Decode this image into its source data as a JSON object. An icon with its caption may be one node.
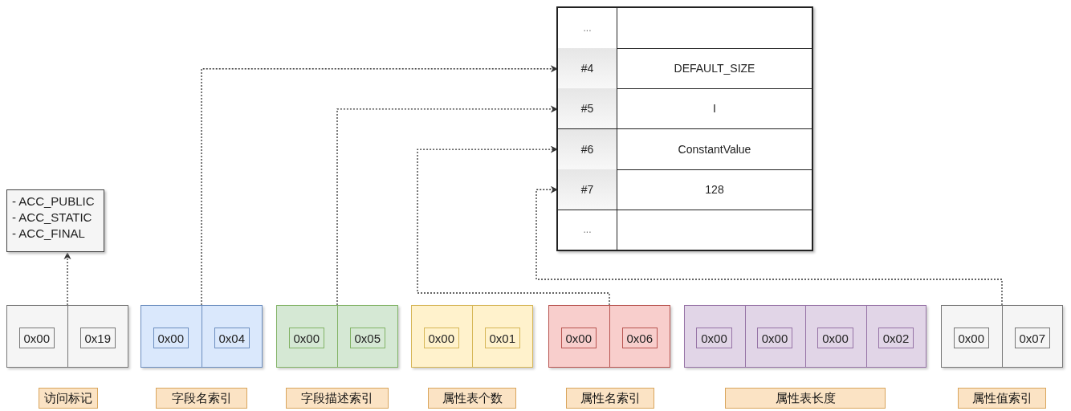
{
  "diagram": {
    "nodes": [
      {
        "text": [],
        "shape": "box"
      },
      {
        "text": [
          "..."
        ],
        "in": 0
      },
      {
        "text": [
          "#4",
          "DEFAULT_SIZE"
        ],
        "in": 0
      },
      {
        "text": [
          "#5",
          "I"
        ],
        "in": 0
      },
      {
        "text": [
          "#6",
          "ConstantValue"
        ],
        "in": 0
      },
      {
        "text": [
          "#7",
          "128"
        ],
        "in": 0
      },
      {
        "text": [
          "..."
        ],
        "in": 0
      },
      {
        "text": [
          "- ACC_PUBLIC - ACC_STATIC - ACC_FINAL"
        ]
      },
      {
        "text": [],
        "shape": "box"
      },
      {
        "text": [
          "0x00"
        ],
        "in": 8
      },
      {
        "text": [
          "0x19"
        ],
        "in": 8
      },
      {
        "text": [],
        "shape": "box"
      },
      {
        "text": [
          "0x00"
        ],
        "in": 11
      },
      {
        "text": [
          "0x04"
        ],
        "in": 11
      },
      {
        "text": [],
        "shape": "box"
      },
      {
        "text": [
          "0x00"
        ],
        "in": 14
      },
      {
        "text": [
          "0x05"
        ],
        "in": 14
      },
      {
        "text": [],
        "shape": "box"
      },
      {
        "text": [
          "0x00"
        ],
        "in": 17
      },
      {
        "text": [
          "0x01"
        ],
        "in": 17
      },
      {
        "text": [],
        "shape": "box"
      },
      {
        "text": [
          "0x00"
        ],
        "in": 20
      },
      {
        "text": [
          "0x06"
        ],
        "in": 20
      },
      {
        "text": [],
        "shape": "box"
      },
      {
        "text": [
          "0x00"
        ],
        "in": 23
      },
      {
        "text": [
          "0x00"
        ],
        "in": 23
      },
      {
        "text": [
          "0x00"
        ],
        "in": 23
      },
      {
        "text": [
          "0x02"
        ],
        "in": 23
      },
      {
        "text": [],
        "shape": "box"
      },
      {
        "text": [
          "0x00"
        ],
        "in": 28
      },
      {
        "text": [
          "0x07"
        ],
        "in": 28
      },
      {
        "text": [
          "访问标记"
        ]
      },
      {
        "text": [
          "字段名索引"
        ]
      },
      {
        "text": [
          "字段描述索引"
        ]
      },
      {
        "text": [
          "属性表个数"
        ]
      },
      {
        "text": [
          "属性名索引"
        ]
      },
      {
        "text": [
          "属性表长度"
        ]
      },
      {
        "text": [
          "属性值索引"
        ]
      }
    ],
    "edges": [
      {
        "from": 8,
        "to": 7,
        "arrow": "to",
        "style": "dashed"
      },
      {
        "from": 11,
        "to": 2,
        "arrow": "to",
        "style": "dashed"
      },
      {
        "from": 14,
        "to": 3,
        "arrow": "to",
        "style": "dashed"
      },
      {
        "from": 20,
        "to": 4,
        "arrow": "to",
        "style": "dashed"
      },
      {
        "from": 28,
        "to": 5,
        "arrow": "to",
        "style": "dashed"
      }
    ]
  }
}
